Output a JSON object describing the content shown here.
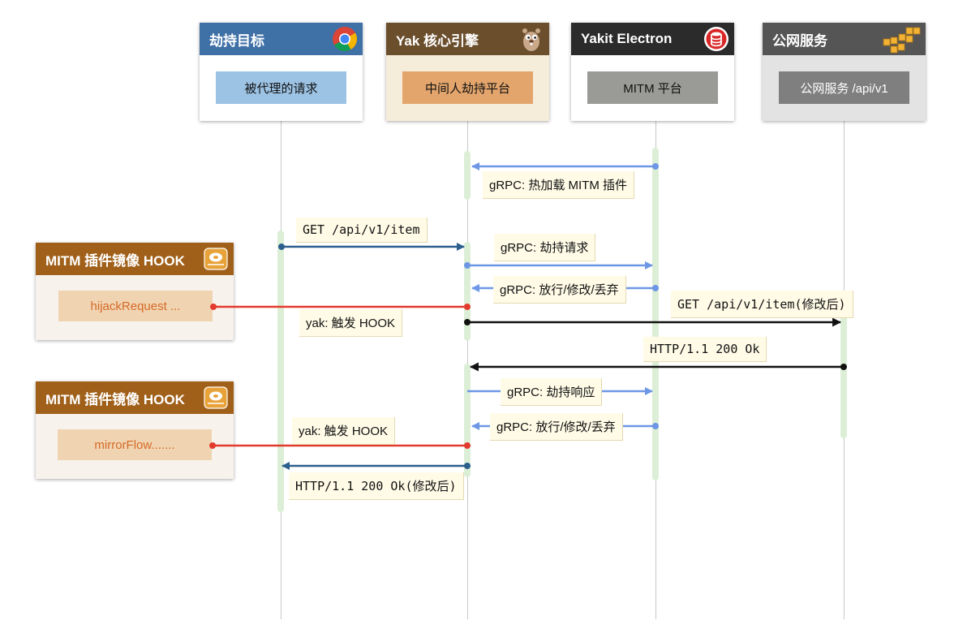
{
  "participants": [
    {
      "id": "target",
      "title": "劫持目标",
      "sub": "被代理的请求",
      "icon": "chrome-icon",
      "header_color": "#3f70a6",
      "sub_color": "#9cc3e4",
      "sub_text_color": "#111111",
      "body_color": "#ffffff"
    },
    {
      "id": "yak",
      "title": "Yak 核心引擎",
      "sub": "中间人劫持平台",
      "icon": "gopher-icon",
      "header_color": "#6b4f2d",
      "sub_color": "#e3a56c",
      "sub_text_color": "#111111",
      "body_color": "#f6ecda"
    },
    {
      "id": "electron",
      "title": "Yakit Electron",
      "sub": "MITM 平台",
      "icon": "database-icon",
      "header_color": "#2b2b2b",
      "sub_color": "#9a9a97",
      "sub_text_color": "#111111",
      "body_color": "#ffffff"
    },
    {
      "id": "public",
      "title": "公网服务",
      "sub": "公网服务 /api/v1",
      "icon": "aws-cubes-icon",
      "header_color": "#555555",
      "sub_color": "#7f7f7f",
      "sub_text_color": "#ffffff",
      "body_color": "#e3e3e3"
    }
  ],
  "hooks": [
    {
      "title": "MITM 插件镜像 HOOK",
      "func": "hijackRequest ...",
      "icon": "disk-icon"
    },
    {
      "title": "MITM 插件镜像 HOOK",
      "func": "mirrorFlow.......",
      "icon": "disk-icon"
    }
  ],
  "messages": [
    {
      "id": "m1",
      "text": "gRPC: 热加载 MITM 插件",
      "from": "electron",
      "to": "yak",
      "color": "#6d97e6"
    },
    {
      "id": "m2",
      "text": "GET /api/v1/item",
      "from": "target",
      "to": "yak",
      "color": "#2d5f8e"
    },
    {
      "id": "m3",
      "text": "gRPC: 劫持请求",
      "from": "yak",
      "to": "electron",
      "color": "#6d97e6"
    },
    {
      "id": "m4",
      "text": "gRPC: 放行/修改/丢弃",
      "from": "electron",
      "to": "yak",
      "color": "#6d97e6"
    },
    {
      "id": "m5",
      "text": "yak: 触发 HOOK",
      "from": "yak",
      "to": "hook1",
      "color": "#e33a2e"
    },
    {
      "id": "m6",
      "text": "GET /api/v1/item(修改后)",
      "from": "yak",
      "to": "public",
      "color": "#111111"
    },
    {
      "id": "m7",
      "text": "HTTP/1.1 200 Ok",
      "from": "public",
      "to": "yak",
      "color": "#111111"
    },
    {
      "id": "m8",
      "text": "gRPC: 劫持响应",
      "from": "yak",
      "to": "electron",
      "color": "#6d97e6"
    },
    {
      "id": "m9",
      "text": "gRPC: 放行/修改/丢弃",
      "from": "electron",
      "to": "yak",
      "color": "#6d97e6"
    },
    {
      "id": "m10",
      "text": "yak: 触发 HOOK",
      "from": "yak",
      "to": "hook2",
      "color": "#e33a2e"
    },
    {
      "id": "m11",
      "text": "HTTP/1.1 200 Ok(修改后)",
      "from": "yak",
      "to": "target",
      "color": "#2d5f8e"
    }
  ]
}
